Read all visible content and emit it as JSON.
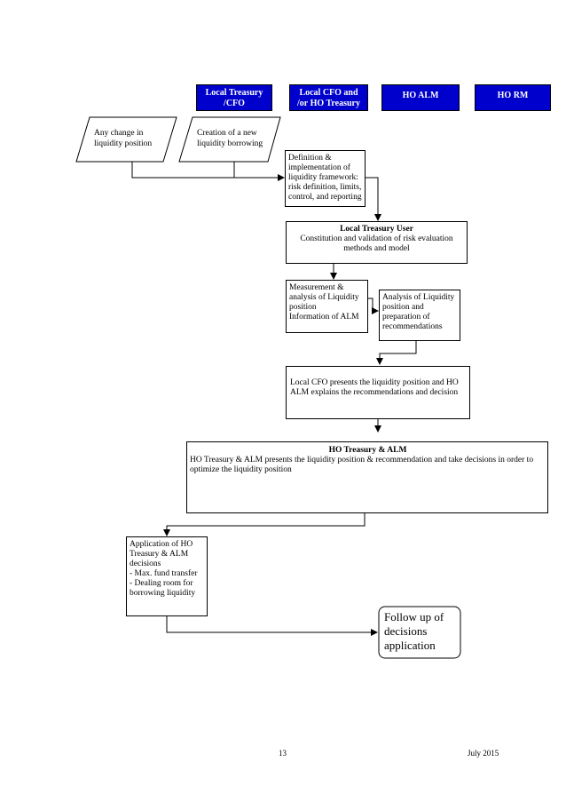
{
  "headers": {
    "h1": "Local Treasury\n/CFO",
    "h2": "Local CFO and\n/or HO Treasury",
    "h3": "HO ALM",
    "h4": "HO RM"
  },
  "inputs": {
    "change": "Any change in\nliquidity position",
    "borrowing": "Creation of a new\nliquidity borrowing"
  },
  "definition": "Definition &\nimplementation of\nliquidity framework:\nrisk definition, limits,\ncontrol, and reporting",
  "treasury_user": {
    "title": "Local Treasury User",
    "body": "Constitution and validation of risk evaluation\nmethods and model"
  },
  "measurement": "Measurement &\nanalysis of Liquidity\nposition\nInformation of ALM",
  "analysis": "Analysis of Liquidity\nposition and\npreparation of\nrecommendations",
  "cfo_presents": "Local CFO presents the liquidity position and HO\nALM explains the recommendations and decision",
  "ho_treasury": {
    "title": "HO Treasury & ALM",
    "body": "HO Treasury & ALM presents the liquidity position & recommendation and take decisions in order to\noptimize the liquidity position"
  },
  "application": "Application of HO\nTreasury & ALM\ndecisions\n- Max. fund transfer\n- Dealing room for\nborrowing liquidity",
  "followup": "Follow up of\ndecisions\napplication",
  "footer": {
    "page": "13",
    "date": "July 2015"
  }
}
